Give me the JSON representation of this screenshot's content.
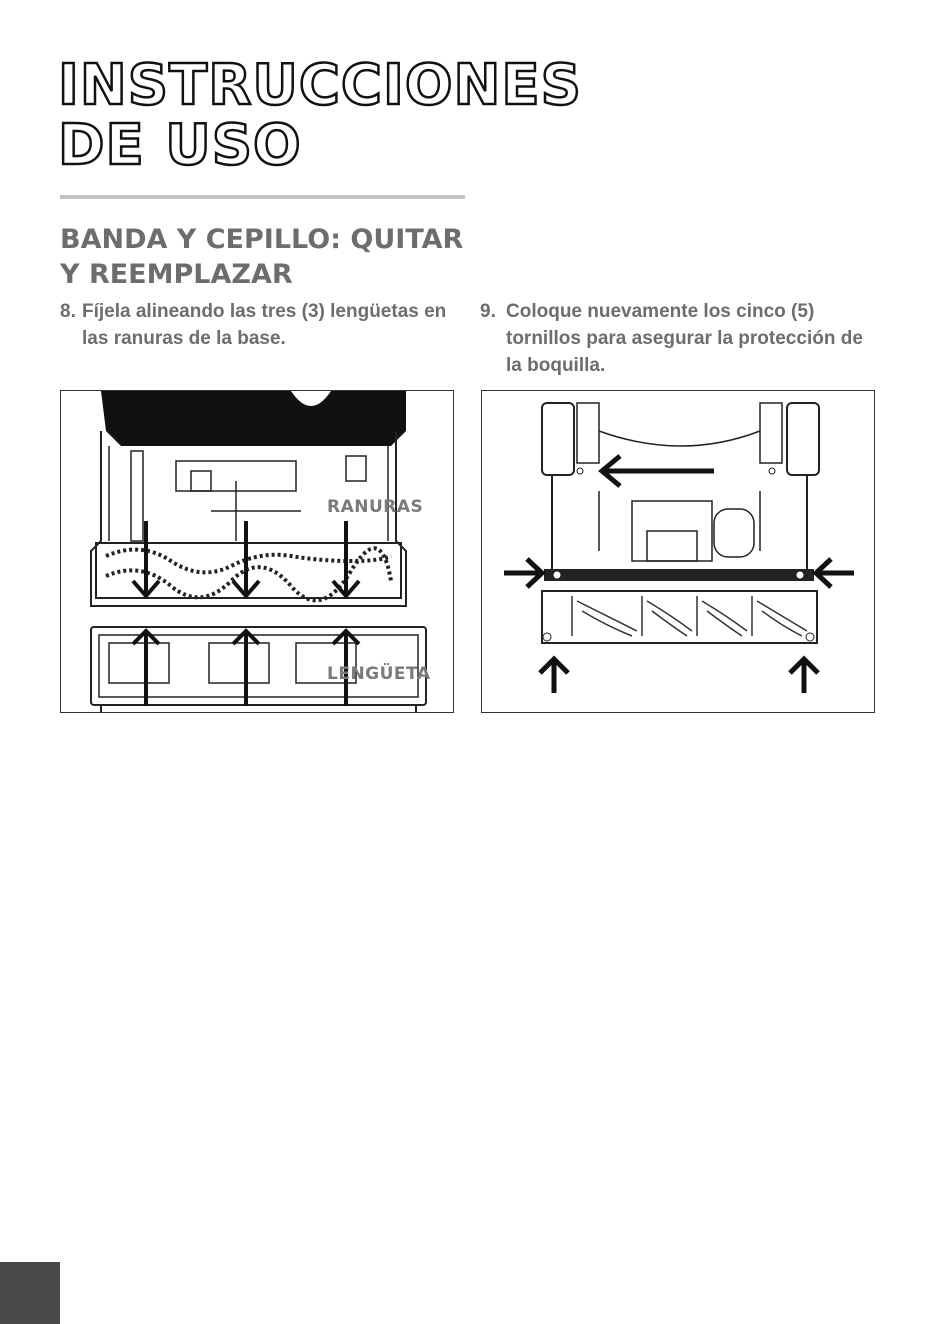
{
  "header": {
    "title_line1": "INSTRUCCIONES",
    "title_line2": "DE USO"
  },
  "section": {
    "title_line1": "BANDA Y CEPILLO: QUITAR",
    "title_line2": "Y REEMPLAZAR"
  },
  "steps": [
    {
      "number": "8.",
      "text": "Fíjela alineando las tres (3) lengüetas en las ranuras de la base."
    },
    {
      "number": "9.",
      "text": "Coloque nuevamente los cinco (5) tornillos para asegurar la protección de la boquilla."
    }
  ],
  "figures": {
    "fig8": {
      "label_slots": "RANURAS",
      "label_tab": "LENGÜETA"
    }
  },
  "colors": {
    "text_gray": "#6d6d6d",
    "rule_gray": "#c2c2c2",
    "tab_dark": "#4a4a4a"
  }
}
